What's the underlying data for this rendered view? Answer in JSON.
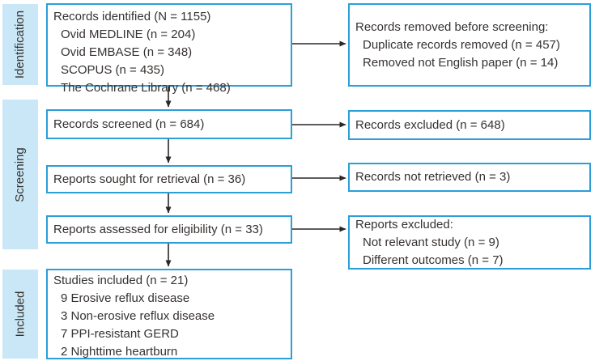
{
  "palette": {
    "box_border": "#2b9fd9",
    "sidebar_fill": "#c9e7f6",
    "text": "#363230",
    "arrow": "#2b2724",
    "bg": "#ffffff"
  },
  "stages": [
    {
      "label": "Identification"
    },
    {
      "label": "Screening"
    },
    {
      "label": "Included"
    }
  ],
  "boxes": {
    "identified": {
      "title": "Records identified (N = 1155)",
      "items": [
        "Ovid MEDLINE (n = 204)",
        "Ovid EMBASE (n = 348)",
        "SCOPUS (n = 435)",
        "The Cochrane Library (n = 468)"
      ]
    },
    "removed_before_screening": {
      "title": "Records removed before screening:",
      "items": [
        "Duplicate records removed (n = 457)",
        "Removed not English paper (n = 14)"
      ]
    },
    "screened": {
      "title": "Records screened (n = 684)"
    },
    "records_excluded": {
      "title": "Records excluded (n = 648)"
    },
    "sought": {
      "title": "Reports sought for retrieval (n = 36)"
    },
    "not_retrieved": {
      "title": "Records not retrieved (n = 3)"
    },
    "assessed": {
      "title": "Reports assessed for eligibility (n = 33)"
    },
    "reports_excluded": {
      "title": "Reports excluded:",
      "items": [
        "Not relevant study (n = 9)",
        "Different outcomes (n = 7)"
      ]
    },
    "studies_included": {
      "title": "Studies included (n = 21)",
      "items": [
        "9 Erosive reflux disease",
        "3 Non-erosive reflux disease",
        "7 PPI-resistant GERD",
        "2 Nighttime heartburn"
      ]
    }
  }
}
